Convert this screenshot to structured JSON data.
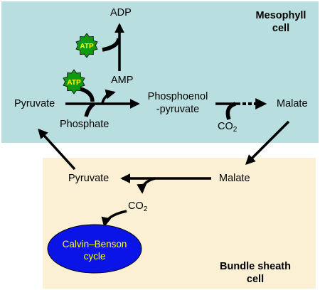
{
  "regions": {
    "mesophyll": {
      "title_line1": "Mesophyll",
      "title_line2": "cell",
      "fill": "#b9dee0"
    },
    "bundle_sheath": {
      "title_line1": "Bundle sheath",
      "title_line2": "cell",
      "fill": "#fbf0d4"
    }
  },
  "molecules": {
    "adp": "ADP",
    "amp": "AMP",
    "pyruvate_mesophyll": "Pyruvate",
    "phosphate": "Phosphate",
    "pep_line1": "Phosphoenol",
    "pep_line2": "-pyruvate",
    "co2_mesophyll_main": "CO",
    "co2_mesophyll_sub": "2",
    "malate_mesophyll": "Malate",
    "malate_bundle": "Malate",
    "pyruvate_bundle": "Pyruvate",
    "co2_bundle_main": "CO",
    "co2_bundle_sub": "2"
  },
  "atp_badges": [
    "ATP",
    "ATP"
  ],
  "calvin_cycle": {
    "line1": "Calvin–Benson",
    "line2": "cycle",
    "fill": "#0a14e6"
  },
  "colors": {
    "atp_star": "#0f9a0f",
    "atp_text": "#ffff00",
    "arrow": "#000000"
  }
}
